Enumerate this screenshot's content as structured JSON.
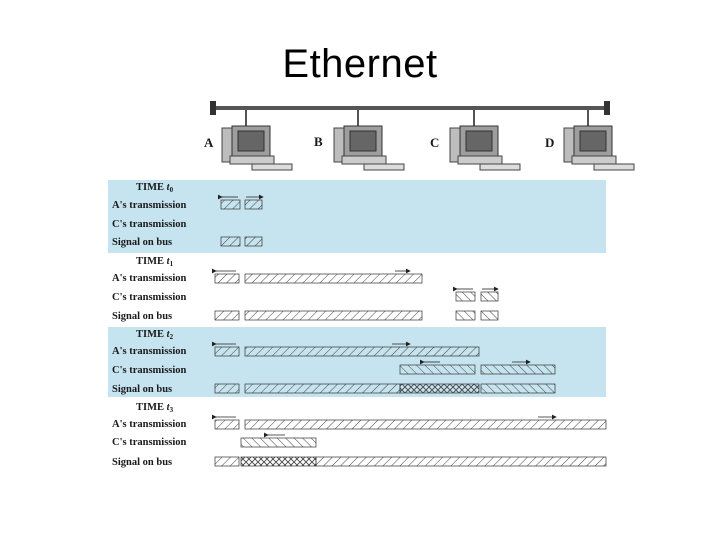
{
  "title": "Ethernet",
  "stations": [
    "A",
    "B",
    "C",
    "D"
  ],
  "row_labels": {
    "a_tx": "A's transmission",
    "c_tx": "C's transmission",
    "bus": "Signal on bus"
  },
  "time_prefix": "TIME",
  "panels": [
    {
      "var": "t",
      "sub": "0"
    },
    {
      "var": "t",
      "sub": "1"
    },
    {
      "var": "t",
      "sub": "2"
    },
    {
      "var": "t",
      "sub": "3"
    }
  ]
}
